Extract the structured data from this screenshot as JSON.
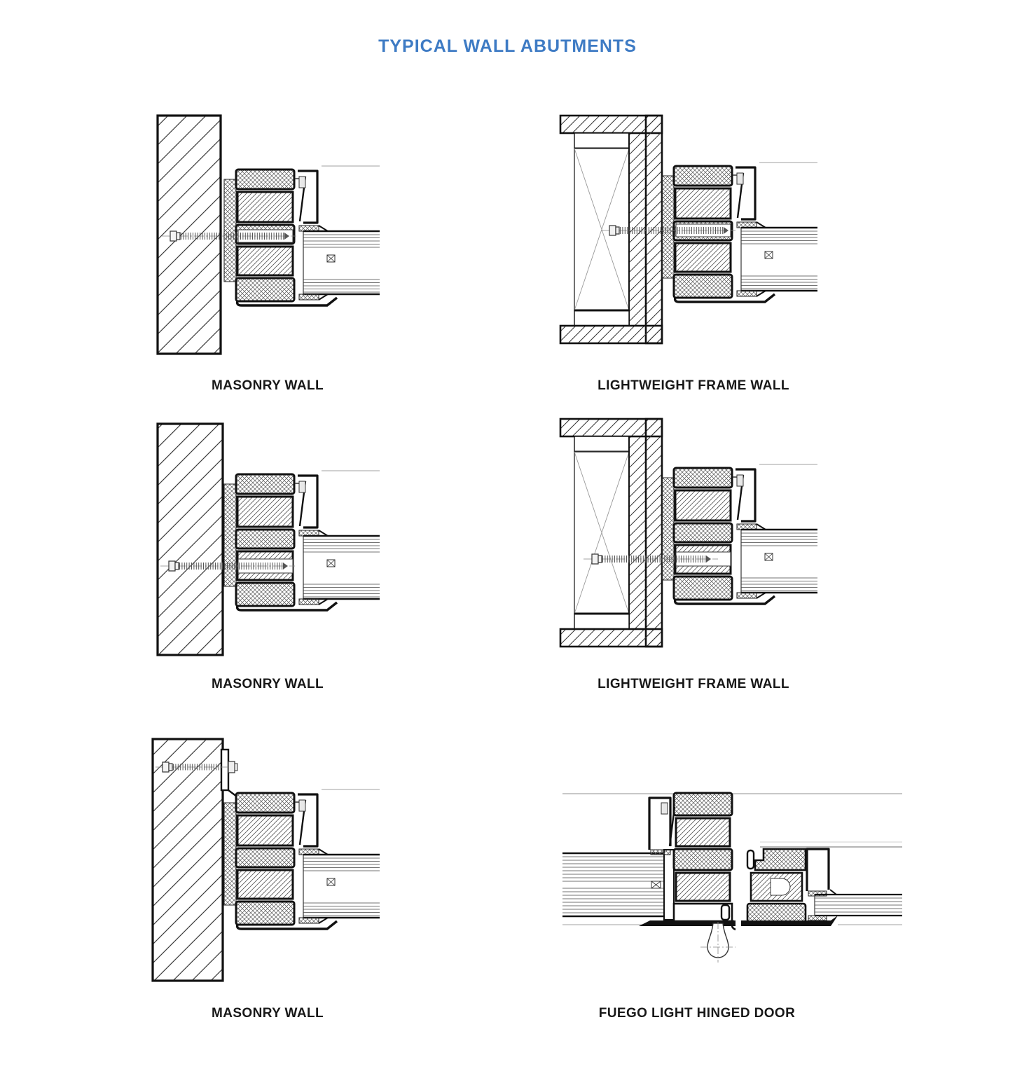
{
  "title": "TYPICAL WALL ABUTMENTS",
  "colors": {
    "accent_blue": "#3e7bc4",
    "line_black": "#111111",
    "hatch_gray": "#555555",
    "reference_gray": "#b5b5b5"
  },
  "panels": [
    {
      "id": "masonry-top",
      "label": "MASONRY WALL",
      "drawing": "masonry wall abutment, anchor screw through mid insulation block"
    },
    {
      "id": "lightweight-top",
      "label": "LIGHTWEIGHT FRAME WALL",
      "drawing": "stud frame wall abutment, anchor screw through mid insulation block"
    },
    {
      "id": "masonry-middle",
      "label": "MASONRY WALL",
      "drawing": "masonry wall abutment, anchor screw through lower insulation block"
    },
    {
      "id": "lightweight-middle",
      "label": "LIGHTWEIGHT FRAME WALL",
      "drawing": "stud frame wall abutment, anchor screw through lower insulation block"
    },
    {
      "id": "masonry-bottom",
      "label": "MASONRY WALL",
      "drawing": "masonry wall abutment with top fixing bracket and bolt"
    },
    {
      "id": "fuego-door",
      "label": "FUEGO LIGHT HINGED DOOR",
      "drawing": "hinged door leaf to frame junction with pivot hinge"
    }
  ]
}
